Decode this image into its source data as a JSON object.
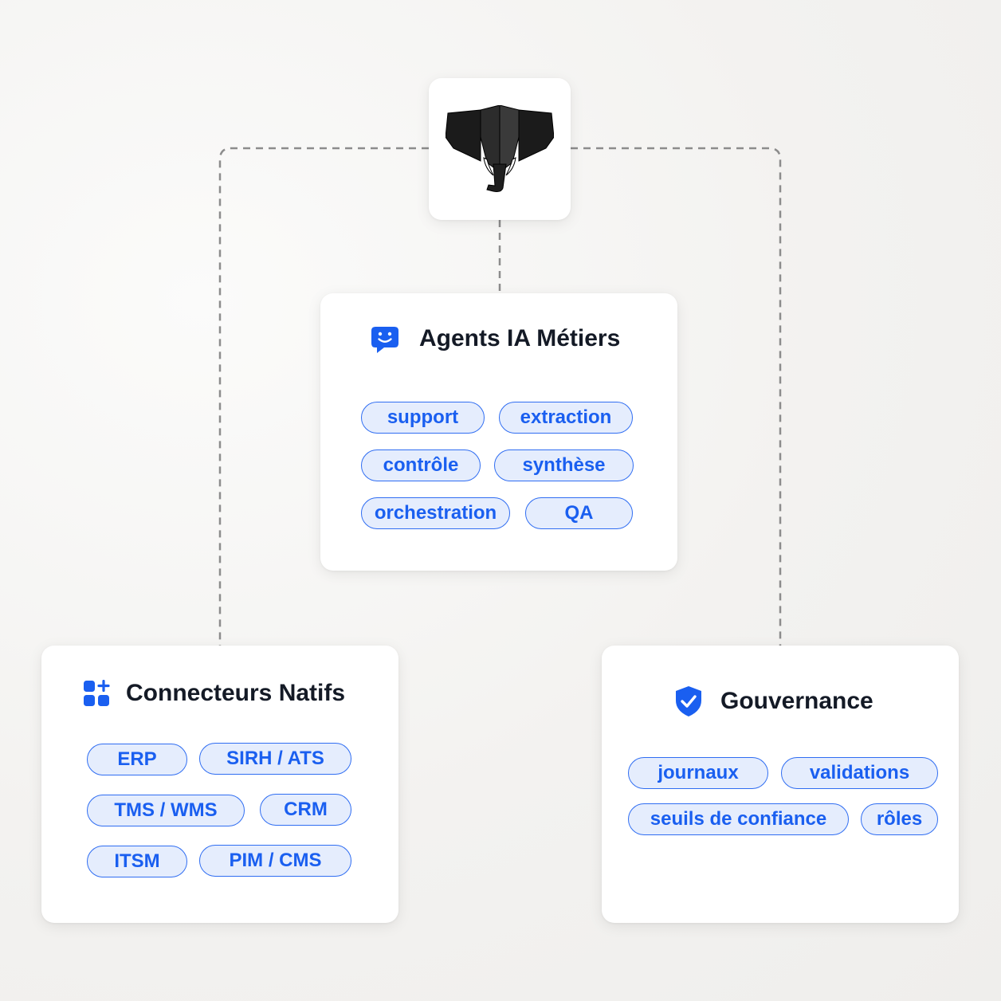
{
  "logo": {
    "icon": "elephant-head-icon"
  },
  "agents": {
    "icon": "chat-bot-icon",
    "title": "Agents IA Métiers",
    "tags": [
      "support",
      "extraction",
      "contrôle",
      "synthèse",
      "orchestration",
      "QA"
    ]
  },
  "connectors": {
    "icon": "apps-add-icon",
    "title": "Connecteurs Natifs",
    "tags": [
      "ERP",
      "SIRH / ATS",
      "TMS / WMS",
      "CRM",
      "ITSM",
      "PIM / CMS"
    ]
  },
  "governance": {
    "icon": "shield-check-icon",
    "title": "Gouvernance",
    "tags": [
      "journaux",
      "validations",
      "seuils de confiance",
      "rôles"
    ]
  },
  "colors": {
    "accent": "#1a5ff0",
    "tag_fill": "#e5edfd",
    "title_text": "#141a26",
    "line": "#8a8a8a"
  }
}
